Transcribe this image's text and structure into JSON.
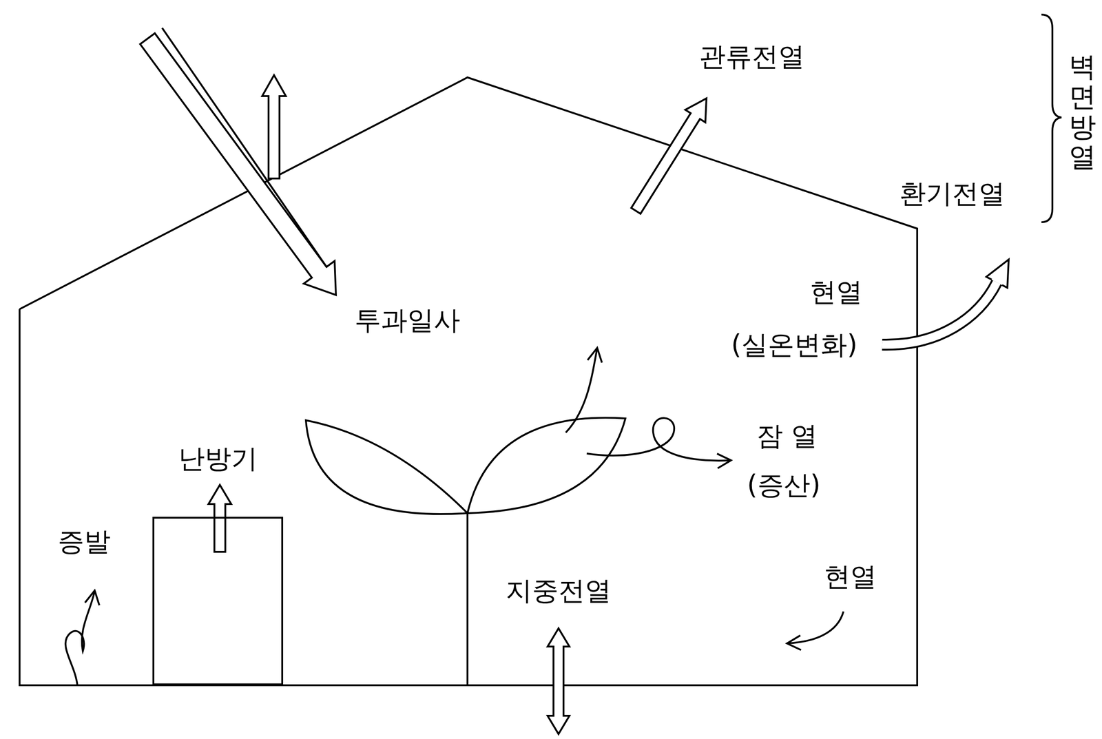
{
  "diagram": {
    "nodes": [
      {
        "text": [
          "난방기"
        ]
      }
    ],
    "labels": [
      "관류전열",
      "벽면방열",
      "환기전열",
      "투과일사",
      "현열",
      "(실온변화)",
      "잠 열",
      "(증산)",
      "증발",
      "지중전열",
      "현열"
    ]
  }
}
